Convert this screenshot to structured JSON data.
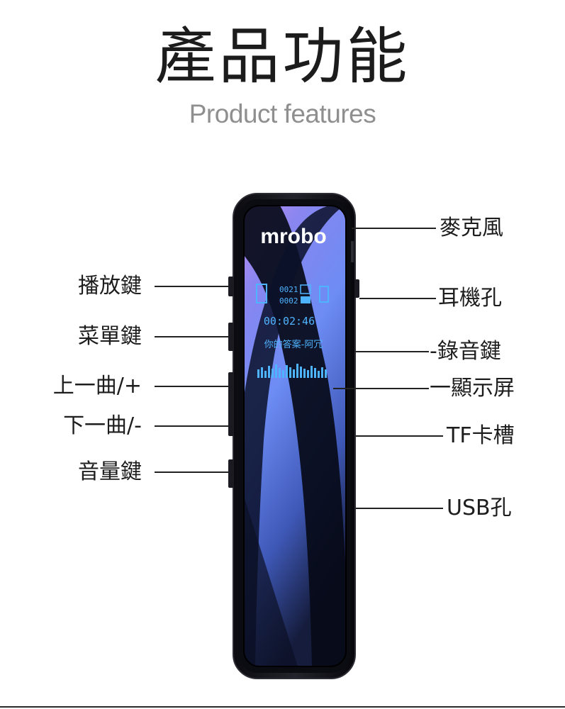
{
  "header": {
    "title": "產品功能",
    "subtitle": "Product features"
  },
  "device": {
    "brand": "mrobo",
    "screen": {
      "line1": "0021",
      "line2": "0002",
      "time": "00:02:46",
      "track": "你的答案-阿冗"
    }
  },
  "labels": {
    "left": [
      "播放鍵",
      "菜單鍵",
      "上一曲/+",
      "下一曲/-",
      "音量鍵"
    ],
    "right": [
      "麥克風",
      "耳機孔",
      "-錄音鍵",
      "一顯示屏",
      "TF卡槽",
      "USB孔"
    ]
  },
  "colors": {
    "screen_top": "#b48cf2",
    "screen_mid": "#6f8cf2",
    "screen_dark": "#0f1630",
    "display_text": "#4fb4ff"
  }
}
